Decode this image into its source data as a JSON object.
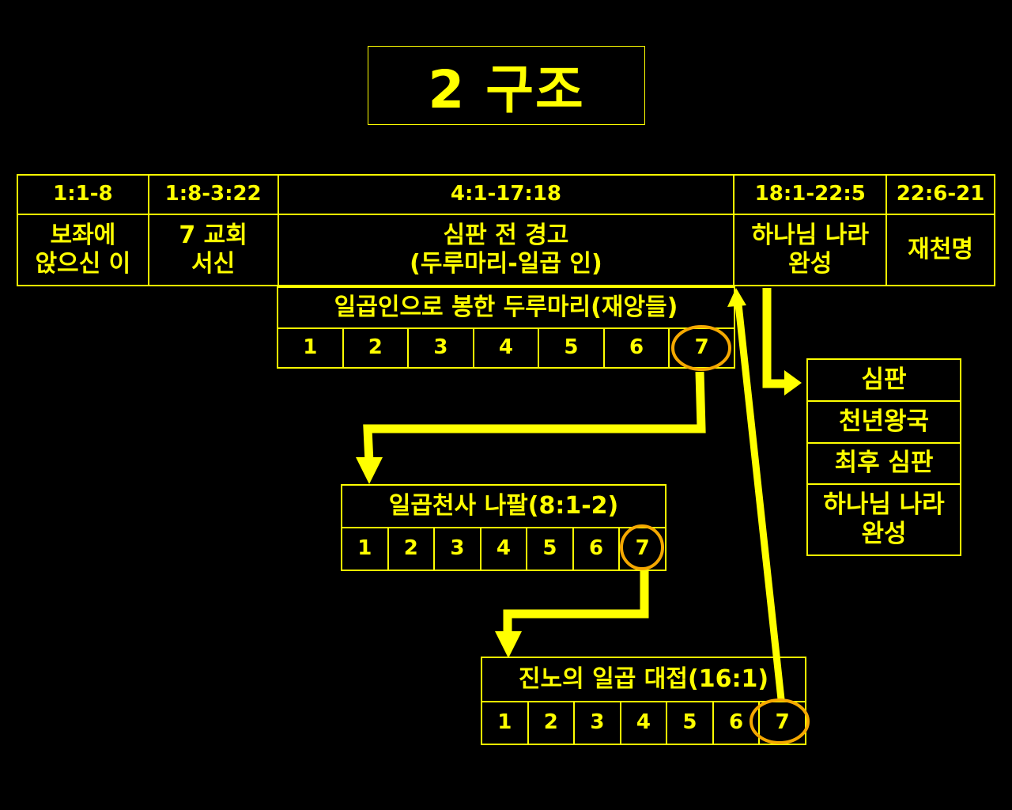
{
  "title": "2 구조",
  "main_table": {
    "refs": [
      "1:1-8",
      "1:8-3:22",
      "4:1-17:18",
      "18:1-22:5",
      "22:6-21"
    ],
    "labels": [
      [
        "보좌에",
        "앉으신 이"
      ],
      [
        "7 교회",
        "서신"
      ],
      [
        "심판 전 경고",
        "(두루마리-일곱 인)"
      ],
      [
        "하나님 나라",
        "완성"
      ],
      [
        "재천명"
      ]
    ]
  },
  "seals": {
    "title": "일곱인으로 봉한 두루마리(재앙들)",
    "numbers": [
      "1",
      "2",
      "3",
      "4",
      "5",
      "6",
      "7"
    ]
  },
  "trumpets": {
    "title": "일곱천사 나팔(8:1-2)",
    "numbers": [
      "1",
      "2",
      "3",
      "4",
      "5",
      "6",
      "7"
    ]
  },
  "bowls": {
    "title": "진노의 일곱 대접(16:1)",
    "numbers": [
      "1",
      "2",
      "3",
      "4",
      "5",
      "6",
      "7"
    ]
  },
  "side_list": [
    [
      "심판"
    ],
    [
      "천년왕국"
    ],
    [
      "최후 심판"
    ],
    [
      "하나님 나라",
      "완성"
    ]
  ],
  "colors": {
    "background": "#000000",
    "text_and_lines": "#ffff00",
    "highlight_circle": "#f5a800"
  }
}
